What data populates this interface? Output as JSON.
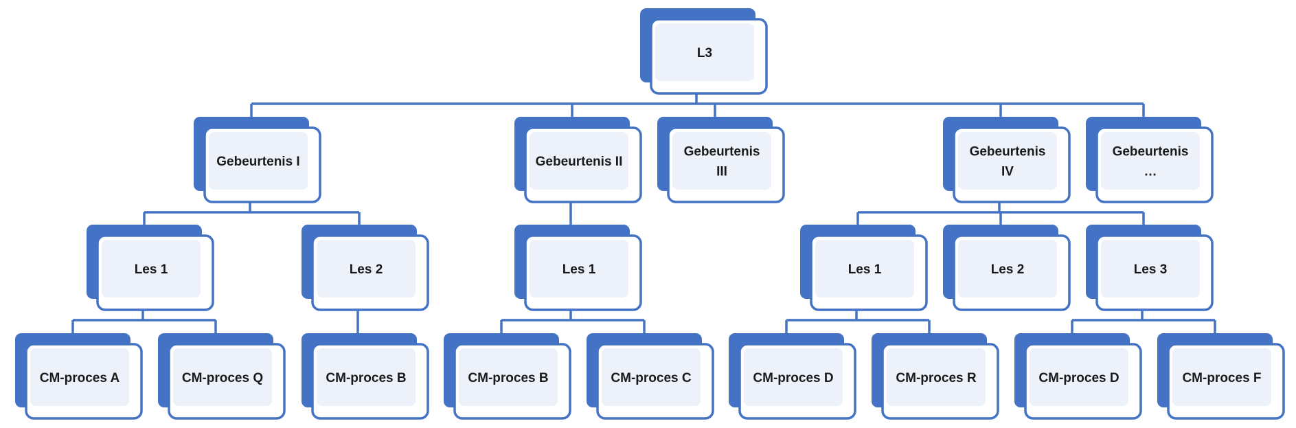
{
  "colors": {
    "connector": "#4472C4",
    "shadow": "#4472C4",
    "card_fill": "#ffffff",
    "inner_fill": "#EDF1F9",
    "card_border": "#4472C4",
    "text": "#1a1a1a"
  },
  "nodes": {
    "root": {
      "lines": [
        "L3"
      ]
    },
    "g1": {
      "lines": [
        "Gebeurtenis I"
      ]
    },
    "g2": {
      "lines": [
        "Gebeurtenis II"
      ]
    },
    "g3": {
      "lines": [
        "Gebeurtenis",
        "III"
      ]
    },
    "g4": {
      "lines": [
        "Gebeurtenis",
        "IV"
      ]
    },
    "g5": {
      "lines": [
        "Gebeurtenis",
        "…"
      ]
    },
    "g1_les1": {
      "lines": [
        "Les 1"
      ]
    },
    "g1_les2": {
      "lines": [
        "Les 2"
      ]
    },
    "g2_les1": {
      "lines": [
        "Les 1"
      ]
    },
    "g4_les1": {
      "lines": [
        "Les 1"
      ]
    },
    "g4_les2": {
      "lines": [
        "Les 2"
      ]
    },
    "g4_les3": {
      "lines": [
        "Les 3"
      ]
    },
    "cm_a": {
      "lines": [
        "CM-proces A"
      ]
    },
    "cm_q": {
      "lines": [
        "CM-proces Q"
      ]
    },
    "cm_b1": {
      "lines": [
        "CM-proces B"
      ]
    },
    "cm_b2": {
      "lines": [
        "CM-proces B"
      ]
    },
    "cm_c": {
      "lines": [
        "CM-proces C"
      ]
    },
    "cm_d1": {
      "lines": [
        "CM-proces D"
      ]
    },
    "cm_r": {
      "lines": [
        "CM-proces R"
      ]
    },
    "cm_d2": {
      "lines": [
        "CM-proces D"
      ]
    },
    "cm_f": {
      "lines": [
        "CM-proces F"
      ]
    }
  }
}
